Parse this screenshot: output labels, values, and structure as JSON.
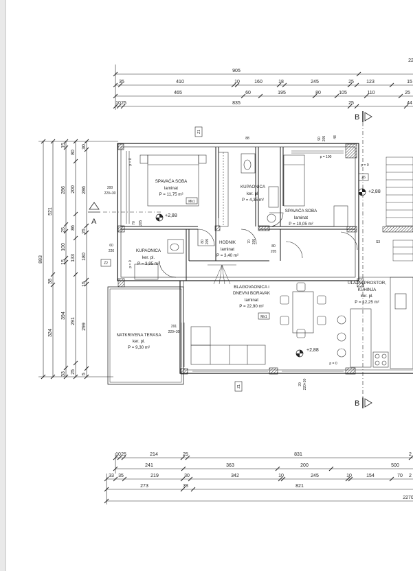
{
  "colors": {
    "page": "#ffffff",
    "background": "#e9e9e9",
    "ink": "#222222",
    "wall": "#1a1a1a",
    "hatch": "#555555"
  },
  "top_dims": {
    "row1": [
      "905",
      "22"
    ],
    "row2": [
      "35",
      "410",
      "10",
      "160",
      "18",
      "245",
      "25",
      "123",
      "15"
    ],
    "row3": [
      "465",
      "60",
      "195",
      "80",
      "105",
      "110",
      "25"
    ],
    "row4": [
      "10",
      "25",
      "835",
      "25",
      "44"
    ]
  },
  "left_dims": {
    "outer": [
      "883"
    ],
    "col1": [
      "521",
      "38",
      "324"
    ],
    "col2": [
      "15",
      "286",
      "25",
      "100",
      "15",
      "394",
      "33"
    ],
    "col3": [
      "80",
      "200",
      "86",
      "133",
      "291",
      "25"
    ],
    "col4": [
      "30",
      "286",
      "25",
      "180",
      "15",
      "299",
      "5"
    ]
  },
  "bottom_dims": {
    "row1": [
      "10",
      "25",
      "214",
      "25",
      "831",
      "2"
    ],
    "row2": [
      "241",
      "363",
      "200",
      "500"
    ],
    "row3": [
      "33",
      "35",
      "219",
      "30",
      "342",
      "10",
      "245",
      "10",
      "154",
      "70",
      "2"
    ],
    "row4": [
      "273",
      "38",
      "821"
    ],
    "row5": [
      "2270"
    ]
  },
  "rooms": [
    {
      "name": "SPAVAĆA SOBA",
      "floor": "laminat",
      "area": "P = 11,75 m²"
    },
    {
      "name": "KUPAONICA",
      "floor": "ker. pl.",
      "area": "P = 4,35 m²"
    },
    {
      "name": "SPAVAĆA SOBA",
      "floor": "laminat",
      "area": "P = 10,05 m²"
    },
    {
      "name": "KUPAONICA",
      "floor": "ker. pl.",
      "area": "P = 3,95 m²"
    },
    {
      "name": "HODNIK",
      "floor": "laminat",
      "area": "P = 3,40 m²"
    },
    {
      "name": "BLAGOVAONICA i DNEVNI BORAVAK",
      "floor": "laminat",
      "area": "P = 22,90 m²"
    },
    {
      "name": "ULAZNI PROSTOR, KUHINJA",
      "floor": "ker. pl.",
      "area": "P = 12,25 m²"
    },
    {
      "name": "NATKRIVENA TERASA",
      "floor": "ker. pl.",
      "area": "P = 9,30 m²"
    }
  ],
  "labels": {
    "section_a": "A",
    "section_b": "B",
    "level": "+2,88",
    "mk1": "Mk1",
    "z1": "Z1",
    "z2": "Z2",
    "z6": "Z6",
    "s3": "S3",
    "window_1": "200",
    "window_1b": "220+30",
    "window_2": "60",
    "window_2b": "220",
    "window_3": "291",
    "window_3b": "220+30",
    "window_4": "20",
    "window_4b": "220+30",
    "window_5": "48",
    "door_1": "80",
    "door_1b": "205",
    "door_2": "70",
    "door_2b": "205",
    "door_3": "80",
    "door_3b": "205",
    "door_4": "70",
    "door_4b": "205",
    "door_5": "90",
    "door_5b": "205",
    "p0": "p = 0",
    "p100": "p = 100",
    "p88": "88"
  }
}
